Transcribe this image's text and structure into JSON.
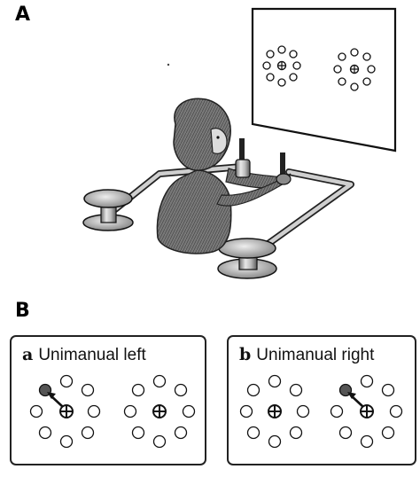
{
  "panel_a": {
    "letter": "A"
  },
  "panel_b": {
    "letter": "B",
    "conditions": [
      {
        "letter": "a",
        "title": "Unimanual left"
      },
      {
        "letter": "b",
        "title": "Unimanual right"
      }
    ]
  },
  "colors": {
    "ink": "#111111",
    "stand_metal": "#9a9a9a",
    "fur": "#6a6a6a",
    "target_sphere": "#555555"
  },
  "icons": [
    "plus-circle-icon",
    "sphere-target-icon",
    "arrow-icon"
  ]
}
